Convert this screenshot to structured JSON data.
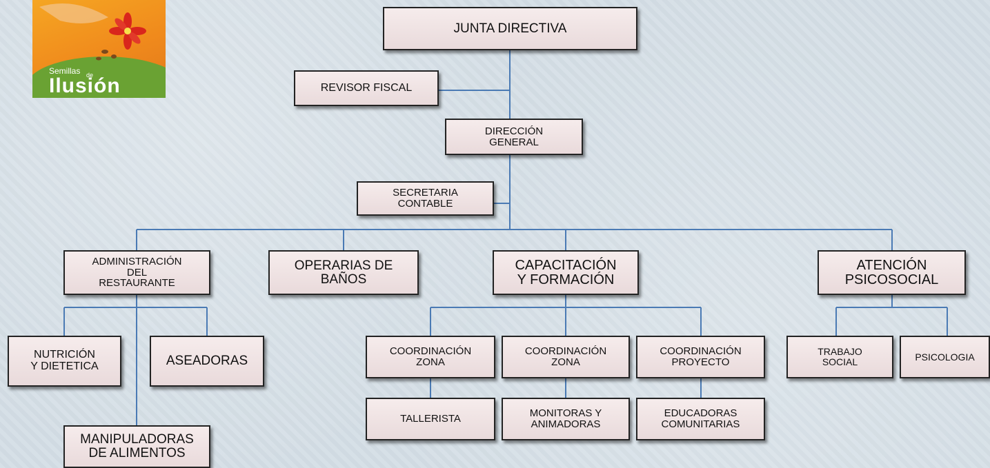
{
  "logo": {
    "line1": "Semillas",
    "line2": "de",
    "line3": "Ilusión"
  },
  "nodes": {
    "junta": "JUNTA DIRECTIVA",
    "revisor": "REVISOR  FISCAL",
    "direccion": "DIRECCIÓN\nGENERAL",
    "secretaria": "SECRETARIA\nCONTABLE",
    "administracion": "ADMINISTRACIÓN\nDEL\nRESTAURANTE",
    "operarias": "OPERARIAS DE\nBAÑOS",
    "capacitacion": "CAPACITACIÓN\nY FORMACIÓN",
    "atencion": "ATENCIÓN\nPSICOSOCIAL",
    "nutricion": "NUTRICIÓN\nY DIETETICA",
    "aseadoras": "ASEADORAS",
    "manipuladoras": "MANIPULADORAS\nDE ALIMENTOS",
    "coord_zona_1": "COORDINACIÓN\nZONA",
    "coord_zona_2": "COORDINACIÓN\nZONA",
    "coord_proyecto": "COORDINACIÓN\nPROYECTO",
    "tallerista": "TALLERISTA",
    "monitoras": "MONITORAS Y\nANIMADORAS",
    "educadoras": "EDUCADORAS\nCOMUNITARIAS",
    "trabajo_social": "TRABAJO\nSOCIAL",
    "psicologia": "PSICOLOGIA"
  },
  "colors": {
    "connector": "#4a7ab4",
    "box_fill": "#efe2e3",
    "box_border": "#222222"
  }
}
